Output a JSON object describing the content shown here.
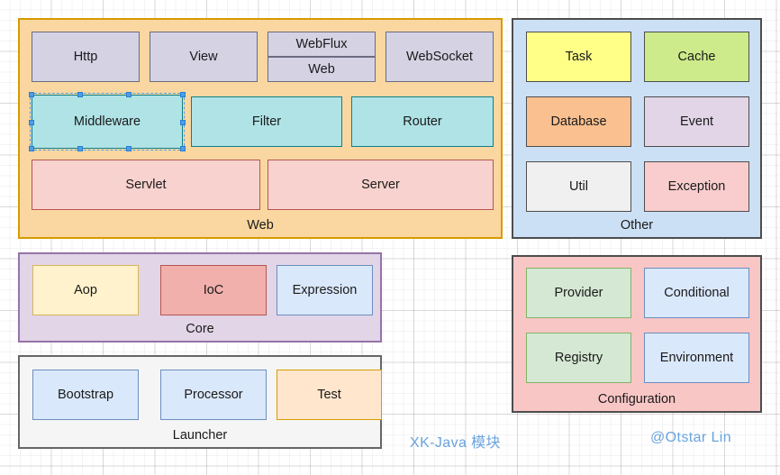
{
  "diagram": {
    "title_watermark": "XK-Java 模块",
    "author_watermark": "@Otstar Lin",
    "background": "#ffffff"
  },
  "groups": [
    {
      "id": "web",
      "label": "Web",
      "fill": "#FAD7A0",
      "stroke": "#D79B00",
      "nodes": [
        {
          "label": "Http",
          "fill": "#D4D2E3",
          "stroke": "#6C6C80"
        },
        {
          "label": "View",
          "fill": "#D4D2E3",
          "stroke": "#6C6C80"
        },
        {
          "label": "WebFlux",
          "fill": "#D4D2E3",
          "stroke": "#6C6C80"
        },
        {
          "label": "Web",
          "fill": "#D4D2E3",
          "stroke": "#6C6C80"
        },
        {
          "label": "WebSocket",
          "fill": "#D4D2E3",
          "stroke": "#6C6C80"
        },
        {
          "label": "Middleware",
          "fill": "#B0E3E6",
          "stroke": "#0E8088",
          "selected": true
        },
        {
          "label": "Filter",
          "fill": "#B0E3E6",
          "stroke": "#0E8088"
        },
        {
          "label": "Router",
          "fill": "#B0E3E6",
          "stroke": "#0E8088"
        },
        {
          "label": "Servlet",
          "fill": "#F8D2CE",
          "stroke": "#B85450"
        },
        {
          "label": "Server",
          "fill": "#F8D2CE",
          "stroke": "#B85450"
        }
      ]
    },
    {
      "id": "other",
      "label": "Other",
      "fill": "#CCE0F5",
      "stroke": "#4D4D4D",
      "nodes": [
        {
          "label": "Task",
          "fill": "#FFFF88",
          "stroke": "#4D4D4D"
        },
        {
          "label": "Cache",
          "fill": "#CDEB8B",
          "stroke": "#4D4D4D"
        },
        {
          "label": "Database",
          "fill": "#FAC08F",
          "stroke": "#4D4D4D"
        },
        {
          "label": "Event",
          "fill": "#E1D5E7",
          "stroke": "#4D4D4D"
        },
        {
          "label": "Util",
          "fill": "#F0F0F0",
          "stroke": "#4D4D4D"
        },
        {
          "label": "Exception",
          "fill": "#F9CDCD",
          "stroke": "#4D4D4D"
        }
      ]
    },
    {
      "id": "core",
      "label": "Core",
      "fill": "#E1D5E7",
      "stroke": "#9673A6",
      "nodes": [
        {
          "label": "Aop",
          "fill": "#FFF2CC",
          "stroke": "#D6B656"
        },
        {
          "label": "IoC",
          "fill": "#F1B0AC",
          "stroke": "#B85450"
        },
        {
          "label": "Expression",
          "fill": "#DAE8FC",
          "stroke": "#6C8EBF"
        }
      ]
    },
    {
      "id": "launcher",
      "label": "Launcher",
      "fill": "#F5F5F5",
      "stroke": "#666666",
      "nodes": [
        {
          "label": "Bootstrap",
          "fill": "#DAE8FC",
          "stroke": "#6C8EBF"
        },
        {
          "label": "Processor",
          "fill": "#DAE8FC",
          "stroke": "#6C8EBF"
        },
        {
          "label": "Test",
          "fill": "#FFE6CC",
          "stroke": "#D79B00"
        }
      ]
    },
    {
      "id": "configuration",
      "label": "Configuration",
      "fill": "#F9C6C6",
      "stroke": "#4D4D4D",
      "nodes": [
        {
          "label": "Provider",
          "fill": "#D5E8D4",
          "stroke": "#82B366"
        },
        {
          "label": "Conditional",
          "fill": "#DAE8FC",
          "stroke": "#6C8EBF"
        },
        {
          "label": "Registry",
          "fill": "#D5E8D4",
          "stroke": "#82B366"
        },
        {
          "label": "Environment",
          "fill": "#DAE8FC",
          "stroke": "#6C8EBF"
        }
      ]
    }
  ]
}
